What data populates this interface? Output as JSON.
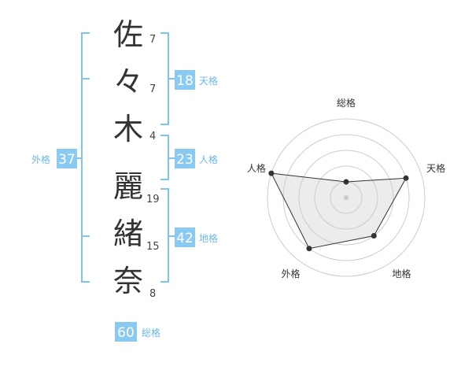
{
  "name_chars": [
    {
      "char": "佐",
      "strokes": "7"
    },
    {
      "char": "々",
      "strokes": "7"
    },
    {
      "char": "木",
      "strokes": "4"
    },
    {
      "char": "麗",
      "strokes": "19"
    },
    {
      "char": "緒",
      "strokes": "15"
    },
    {
      "char": "奈",
      "strokes": "8"
    }
  ],
  "badges": {
    "tenkaku": {
      "value": "18",
      "label": "天格"
    },
    "jinkaku": {
      "value": "23",
      "label": "人格"
    },
    "chikaku": {
      "value": "42",
      "label": "地格"
    },
    "gaikaku": {
      "value": "37",
      "label": "外格"
    },
    "soukaku": {
      "value": "60",
      "label": "総格"
    }
  },
  "colors": {
    "accent": "#8bcaf0",
    "bracket": "#7fc6ee"
  },
  "chart_data": {
    "type": "radar",
    "axes": [
      "総格",
      "天格",
      "地格",
      "外格",
      "人格"
    ],
    "scale_max": 5,
    "rings": 5,
    "values": [
      1,
      4,
      3,
      4,
      5
    ],
    "grid": true
  }
}
